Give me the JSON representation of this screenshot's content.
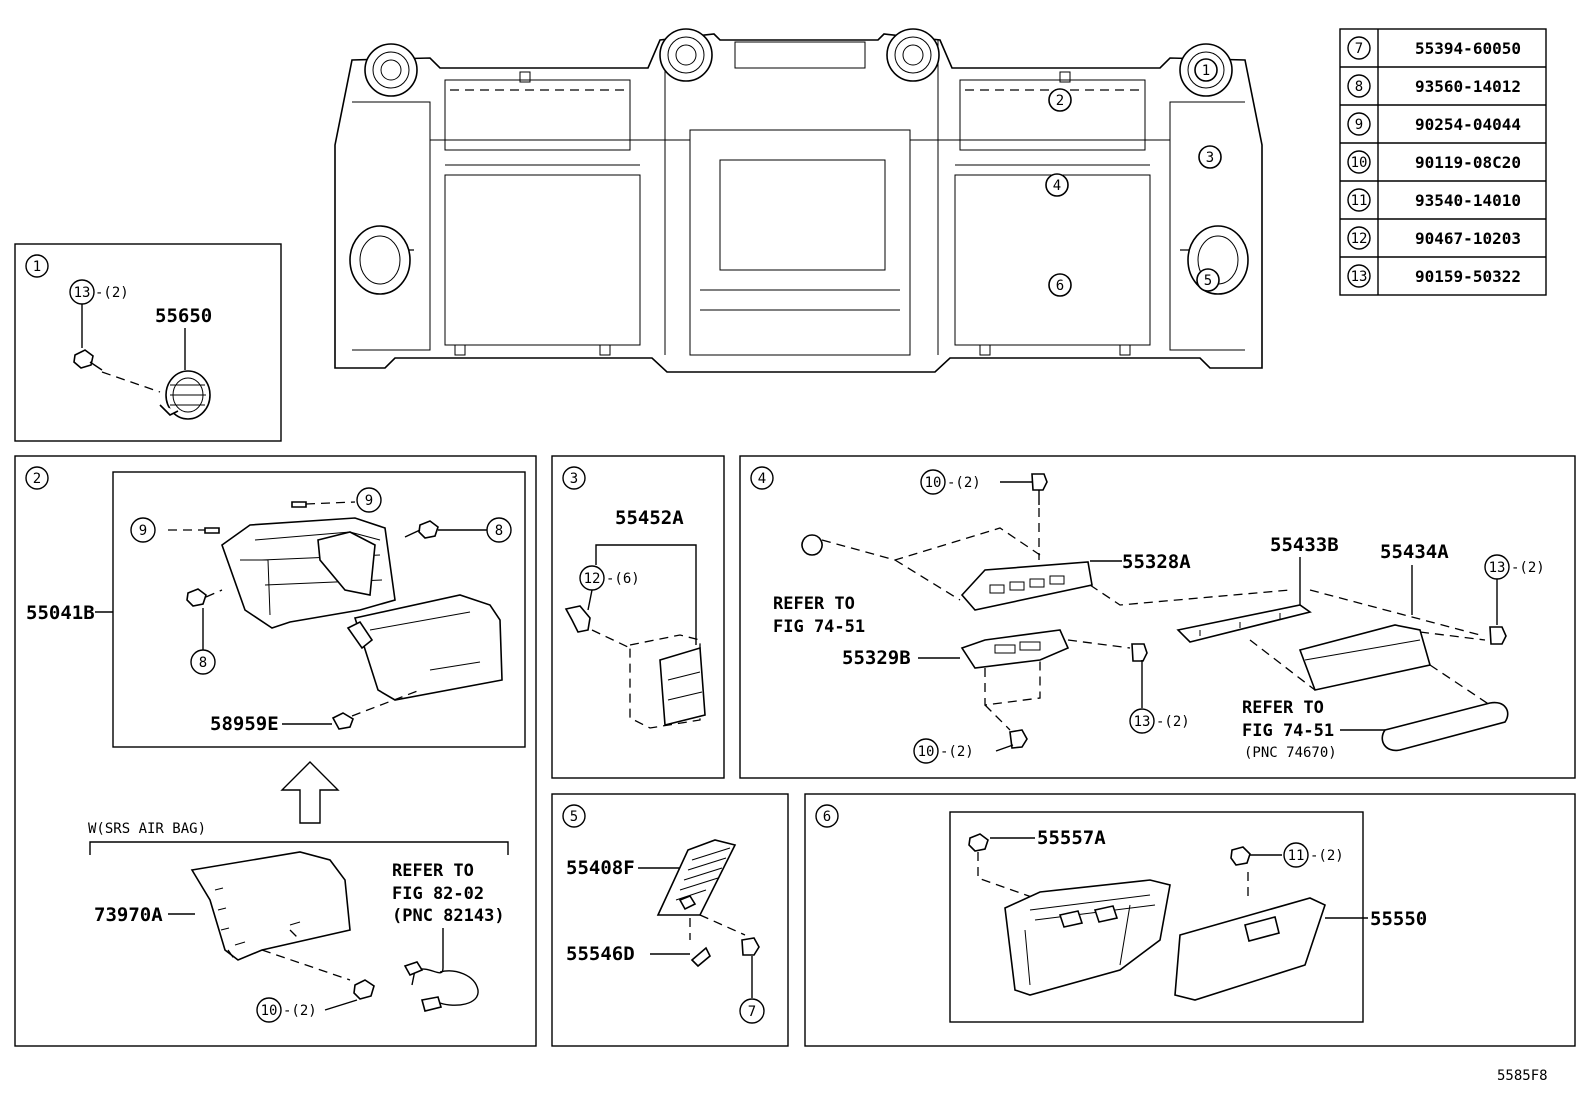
{
  "figure_code": "5585F8",
  "parts_table": [
    {
      "ref": "7",
      "part_no": "55394-60050"
    },
    {
      "ref": "8",
      "part_no": "93560-14012"
    },
    {
      "ref": "9",
      "part_no": "90254-04044"
    },
    {
      "ref": "10",
      "part_no": "90119-08C20"
    },
    {
      "ref": "11",
      "part_no": "93540-14010"
    },
    {
      "ref": "12",
      "part_no": "90467-10203"
    },
    {
      "ref": "13",
      "part_no": "90159-50322"
    }
  ],
  "overview": {
    "callouts": [
      "1",
      "2",
      "3",
      "4",
      "5",
      "6"
    ]
  },
  "panel1": {
    "index": "1",
    "part": "55650",
    "fastener": {
      "ref": "13",
      "qty": "-(2)"
    }
  },
  "panel2": {
    "index": "2",
    "assembly": "55041B",
    "sub_part": "58959E",
    "callout_8": "8",
    "callout_9": "9",
    "condition": "W(SRS AIR BAG)",
    "airbag_door": "73970A",
    "refer_line1": "REFER TO",
    "refer_line2": "FIG 82-02",
    "refer_line3": "(PNC 82143)",
    "fastener": {
      "ref": "10",
      "qty": "-(2)"
    }
  },
  "panel3": {
    "index": "3",
    "part": "55452A",
    "fastener": {
      "ref": "12",
      "qty": "-(6)"
    }
  },
  "panel4": {
    "index": "4",
    "parts": [
      "55328A",
      "55329B",
      "55433B",
      "55434A"
    ],
    "refer_a_line1": "REFER TO",
    "refer_a_line2": "FIG 74-51",
    "refer_b_line1": "REFER TO",
    "refer_b_line2": "FIG 74-51",
    "refer_b_line3": "(PNC 74670)",
    "fastener_top": {
      "ref": "10",
      "qty": "-(2)"
    },
    "fastener_mid": {
      "ref": "13",
      "qty": "-(2)"
    },
    "fastener_bottom": {
      "ref": "10",
      "qty": "-(2)"
    },
    "fastener_right": {
      "ref": "13",
      "qty": "-(2)"
    }
  },
  "panel5": {
    "index": "5",
    "parts": [
      "55408F",
      "55546D"
    ],
    "callout": "7"
  },
  "panel6": {
    "index": "6",
    "parts": [
      "55557A",
      "55550"
    ],
    "fastener": {
      "ref": "11",
      "qty": "-(2)"
    }
  },
  "colors": {
    "line": "#000000",
    "background": "#ffffff"
  }
}
